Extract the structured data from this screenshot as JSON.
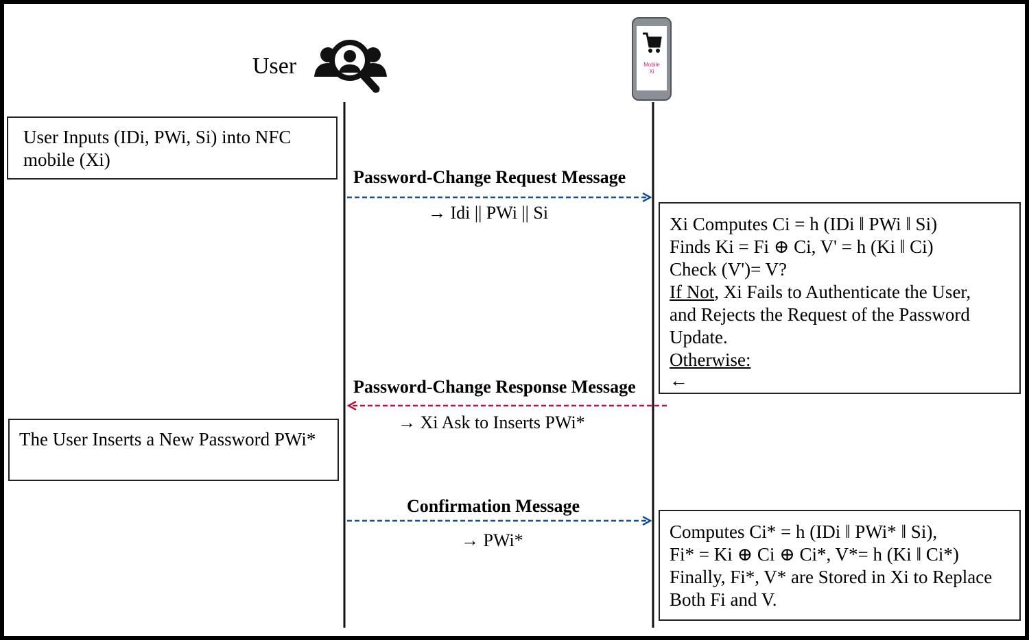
{
  "participants": {
    "user": {
      "label": "User",
      "icon": "user-search-icon"
    },
    "mobile": {
      "label_line1": "Mobile",
      "label_line2": "Xi",
      "icon": "mobile-cart-icon"
    }
  },
  "user_inputs_box": {
    "line1": "User Inputs (IDi, PWi, Si) into NFC",
    "line2": "mobile (Xi)"
  },
  "messages": [
    {
      "title": "Password-Change Request Message",
      "payload": "→ Idi || PWi || Si",
      "direction": "user-to-mobile",
      "color": "#1a4f8f"
    },
    {
      "title": "Password-Change Response Message",
      "payload": "→ Xi Ask to Inserts PWi*",
      "direction": "mobile-to-user",
      "color": "#b0173e"
    },
    {
      "title": "Confirmation Message",
      "payload": "→ PWi*",
      "direction": "user-to-mobile",
      "color": "#1a4f8f"
    }
  ],
  "verify_box": {
    "line1": "Xi Computes Ci = h (IDi ǁ PWi ǁ Si)",
    "line2": "Finds Ki = Fi ⊕ Ci, V' = h (Ki ǁ Ci)",
    "line3": "Check (V')= V?",
    "line4_underlined": "If Not",
    "line4_rest": ", Xi Fails to Authenticate the User,",
    "line5": "and Rejects the Request of the Password",
    "line6": "Update.",
    "line7": "Otherwise:",
    "line8": "←"
  },
  "new_password_box": {
    "line1": "The User Inserts a New Password PWi*"
  },
  "update_box": {
    "line1": "Computes Ci* = h (IDi ǁ PWi* ǁ Si),",
    "line2": "Fi* = Ki ⊕ Ci ⊕ Ci*, V*= h (Ki ǁ Ci*)",
    "line3": "Finally, Fi*, V* are Stored in Xi to Replace",
    "line4": "Both Fi and V."
  },
  "colors": {
    "request_arrow": "#1a4f8f",
    "response_arrow": "#b0173e",
    "phone_body": "#8a9096",
    "phone_label": "#d6257a"
  }
}
